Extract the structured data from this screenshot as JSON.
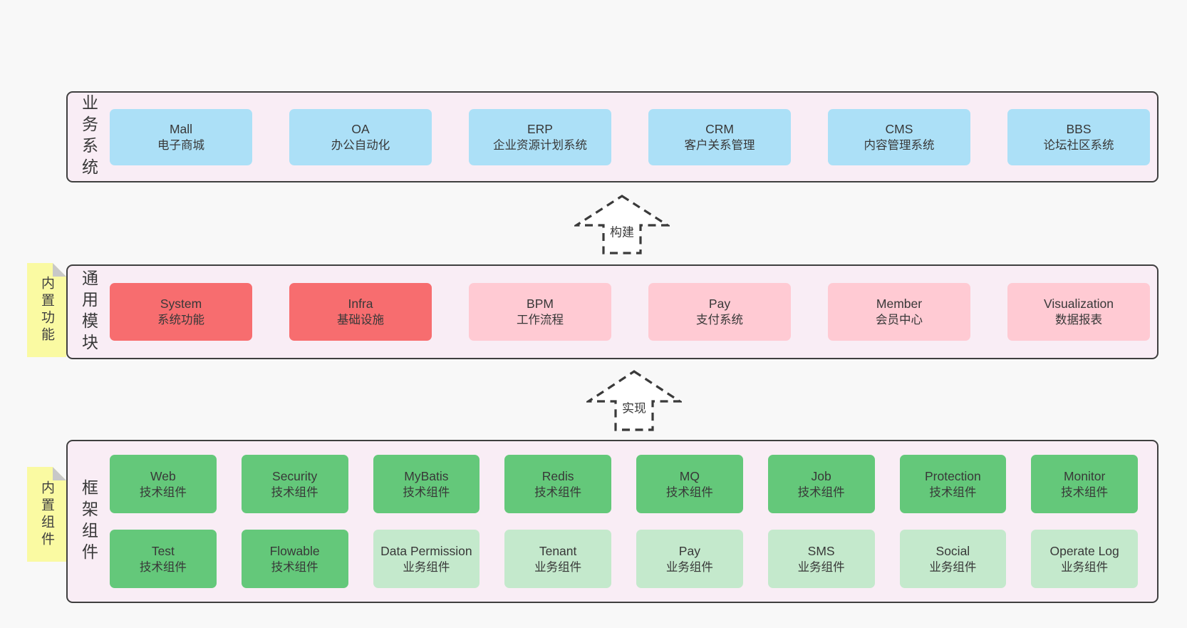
{
  "colors": {
    "page-bg": "#f8f8f8",
    "panel-bg": "#f9edf5",
    "panel-border": "#3f3f3f",
    "box-blue": "#ace0f7",
    "box-red": "#f76d6f",
    "box-pink": "#ffcad3",
    "box-green": "#64c87a",
    "box-light-green": "#c4e9cc",
    "note-yellow": "#fafaa2",
    "note-fold": "#c8c8c8",
    "text": "#383838"
  },
  "sections": {
    "business": {
      "label": "业务系统",
      "boxes": [
        {
          "title": "Mall",
          "subtitle": "电子商城"
        },
        {
          "title": "OA",
          "subtitle": "办公自动化"
        },
        {
          "title": "ERP",
          "subtitle": "企业资源计划系统"
        },
        {
          "title": "CRM",
          "subtitle": "客户关系管理"
        },
        {
          "title": "CMS",
          "subtitle": "内容管理系统"
        },
        {
          "title": "BBS",
          "subtitle": "论坛社区系统"
        }
      ]
    },
    "modules": {
      "label": "通用模块",
      "note": "内置功能",
      "boxes": [
        {
          "title": "System",
          "subtitle": "系统功能"
        },
        {
          "title": "Infra",
          "subtitle": "基础设施"
        },
        {
          "title": "BPM",
          "subtitle": "工作流程"
        },
        {
          "title": "Pay",
          "subtitle": "支付系统"
        },
        {
          "title": "Member",
          "subtitle": "会员中心"
        },
        {
          "title": "Visualization",
          "subtitle": "数据报表"
        }
      ]
    },
    "components": {
      "label": "框架组件",
      "note": "内置组件",
      "rows": [
        [
          {
            "title": "Web",
            "subtitle": "技术组件"
          },
          {
            "title": "Security",
            "subtitle": "技术组件"
          },
          {
            "title": "MyBatis",
            "subtitle": "技术组件"
          },
          {
            "title": "Redis",
            "subtitle": "技术组件"
          },
          {
            "title": "MQ",
            "subtitle": "技术组件"
          },
          {
            "title": "Job",
            "subtitle": "技术组件"
          },
          {
            "title": "Protection",
            "subtitle": "技术组件"
          },
          {
            "title": "Monitor",
            "subtitle": "技术组件"
          }
        ],
        [
          {
            "title": "Test",
            "subtitle": "技术组件"
          },
          {
            "title": "Flowable",
            "subtitle": "技术组件"
          },
          {
            "title": "Data Permission",
            "subtitle": "业务组件"
          },
          {
            "title": "Tenant",
            "subtitle": "业务组件"
          },
          {
            "title": "Pay",
            "subtitle": "业务组件"
          },
          {
            "title": "SMS",
            "subtitle": "业务组件"
          },
          {
            "title": "Social",
            "subtitle": "业务组件"
          },
          {
            "title": "Operate Log",
            "subtitle": "业务组件"
          }
        ]
      ]
    }
  },
  "arrows": {
    "build": {
      "label": "构建"
    },
    "implement": {
      "label": "实现"
    }
  }
}
